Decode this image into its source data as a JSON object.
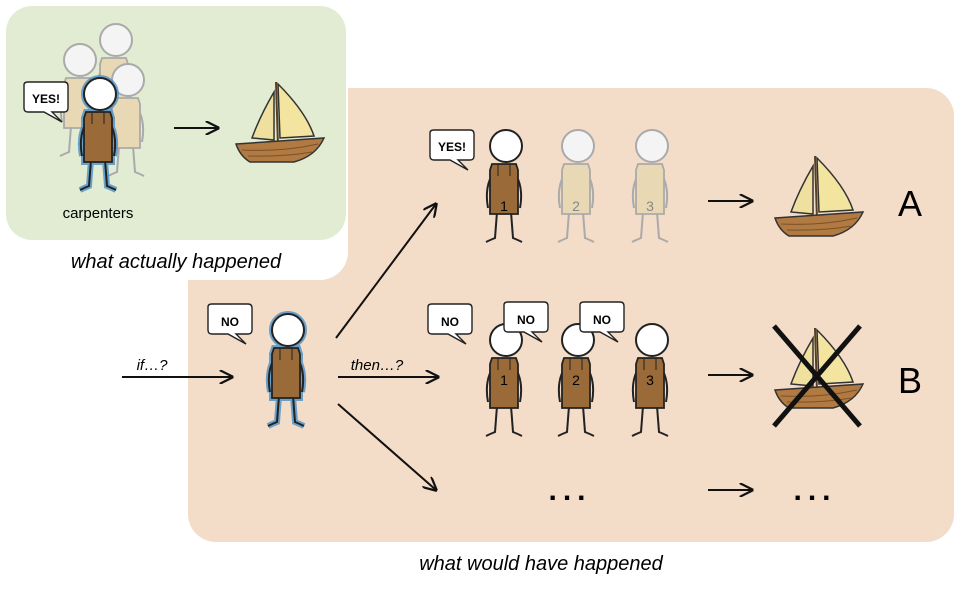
{
  "panels": {
    "actual": {
      "caption": "what actually happened",
      "group_label": "carpenters",
      "bg": "#e2ecd2"
    },
    "counterfactual": {
      "caption": "what would have happened",
      "bg": "#f3dcc8"
    }
  },
  "bubbles": {
    "yes": "YES!",
    "no": "NO"
  },
  "arrows": {
    "if": "if…?",
    "then": "then…?"
  },
  "workers": [
    "1",
    "2",
    "3"
  ],
  "outcomes": [
    "A",
    "B"
  ],
  "ellipsis": "...",
  "colors": {
    "apron": "#9a6a38",
    "apron_faded": "#e8d8b4",
    "sail": "#f3e5a0",
    "hull": "#b07a42",
    "outline_highlight": "#4a90c8"
  },
  "icons": [
    "carpenter-figure",
    "speech-bubble",
    "sailboat",
    "cross-out-x",
    "arrow"
  ]
}
